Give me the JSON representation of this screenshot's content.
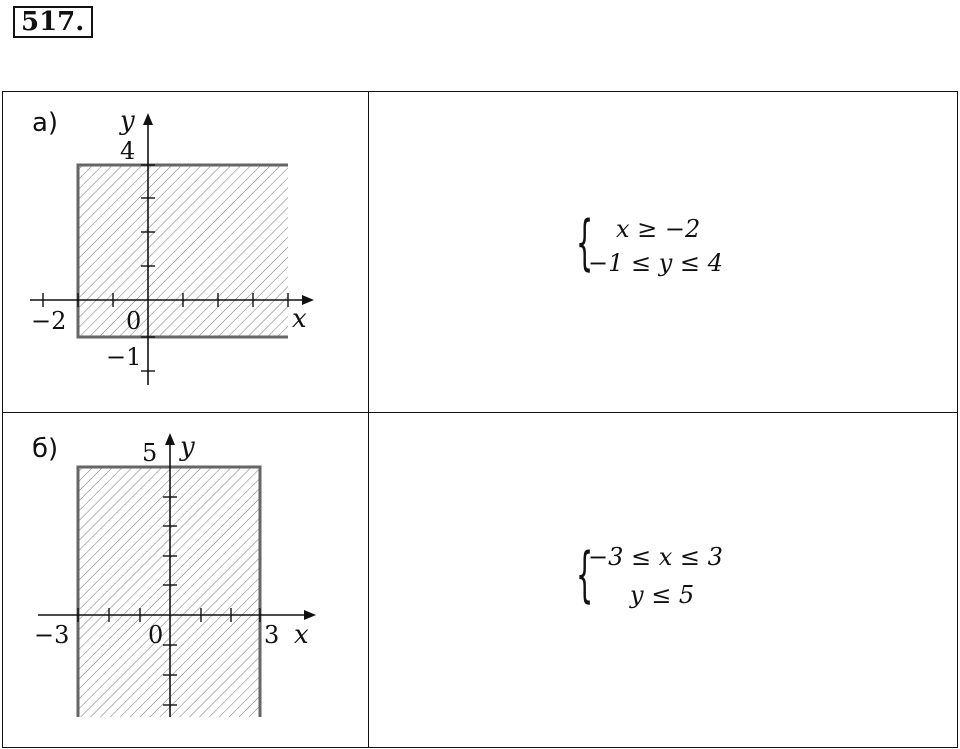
{
  "problem_number": "517.",
  "rows": [
    {
      "part_label": "а)",
      "axis": {
        "x_label": "x",
        "y_label": "y"
      },
      "tick_labels": {
        "top": "4",
        "left": "−2",
        "origin": "0",
        "bottom": "−1"
      },
      "system_lines": [
        "x ≥ −2",
        "−1 ≤ y ≤ 4"
      ]
    },
    {
      "part_label": "б)",
      "axis": {
        "x_label": "x",
        "y_label": "y"
      },
      "tick_labels": {
        "top": "5",
        "left": "−3",
        "origin": "0",
        "right": "3"
      },
      "system_lines": [
        "−3 ≤ x ≤ 3",
        "y ≤ 5"
      ]
    }
  ]
}
